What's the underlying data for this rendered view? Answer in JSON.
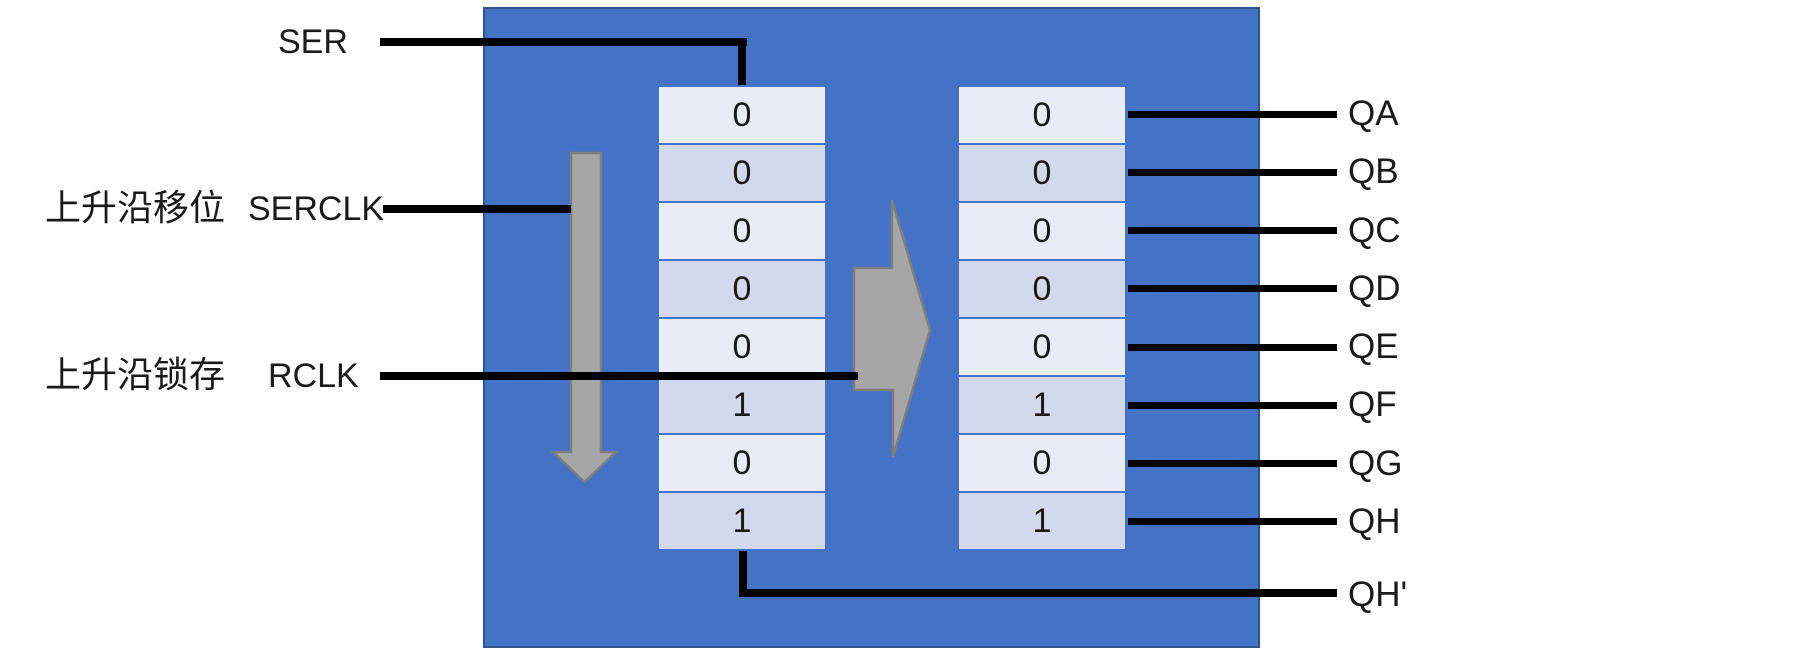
{
  "inputs": {
    "ser": {
      "label": "SER"
    },
    "serclk": {
      "annotation": "上升沿移位",
      "label": "SERCLK"
    },
    "rclk": {
      "annotation": "上升沿锁存",
      "label": "RCLK"
    }
  },
  "registers": {
    "shift_register_bits": [
      "0",
      "0",
      "0",
      "0",
      "0",
      "1",
      "0",
      "1"
    ],
    "storage_register_bits": [
      "0",
      "0",
      "0",
      "0",
      "0",
      "1",
      "0",
      "1"
    ]
  },
  "outputs": {
    "labels": [
      "QA",
      "QB",
      "QC",
      "QD",
      "QE",
      "QF",
      "QG",
      "QH"
    ],
    "serial_out_label": "QH'"
  },
  "icons": {
    "down_arrow": "shift-direction-down-arrow",
    "right_arrow": "latch-transfer-right-arrow"
  },
  "colors": {
    "panel_blue": "#4472C4",
    "panel_border": "#2E548F",
    "cell_light": "#E9ECF6",
    "cell_dark": "#D2D9EC",
    "cell_border": "#4472C4",
    "arrow_gray": "#A6A6A6",
    "arrow_border": "#7F7F7F",
    "wire_black": "#000000"
  }
}
